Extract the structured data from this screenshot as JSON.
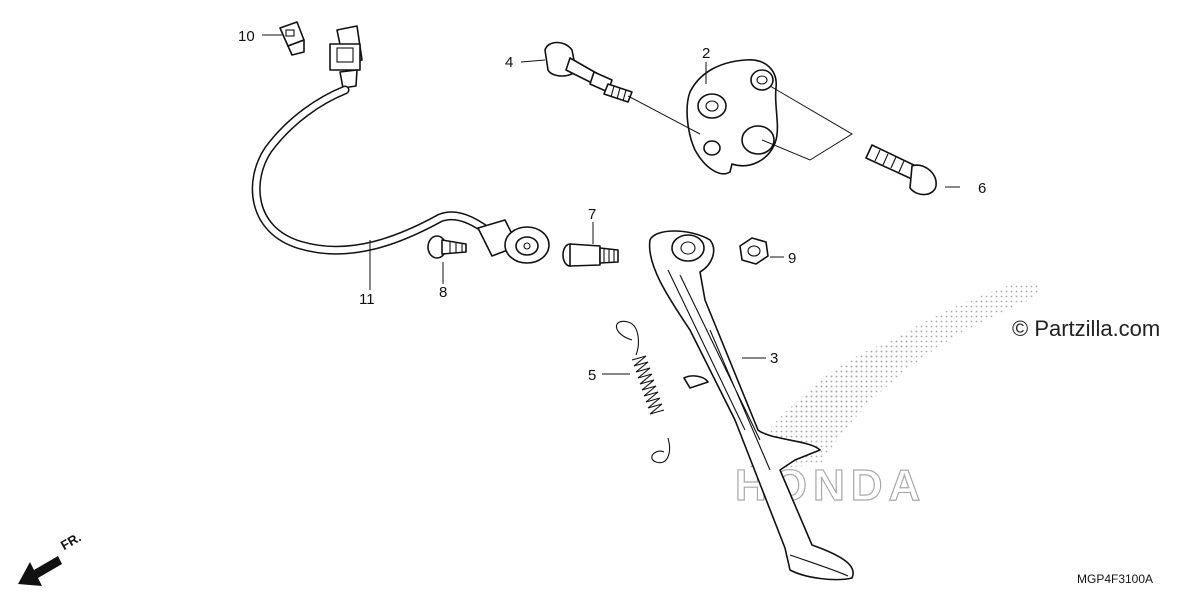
{
  "callouts": {
    "p1": "2",
    "p2": "3",
    "p3": "4",
    "p4": "5",
    "p5": "6",
    "p6": "7",
    "p7": "8",
    "p8": "9",
    "p9": "10",
    "p10": "11"
  },
  "watermark": "HONDA",
  "copyright": "© Partzilla.com",
  "diagram_code": "MGP4F3100A",
  "front_label": "FR.",
  "colors": {
    "ink": "#111111",
    "watermark": "#9a9a9a",
    "background": "#ffffff"
  }
}
